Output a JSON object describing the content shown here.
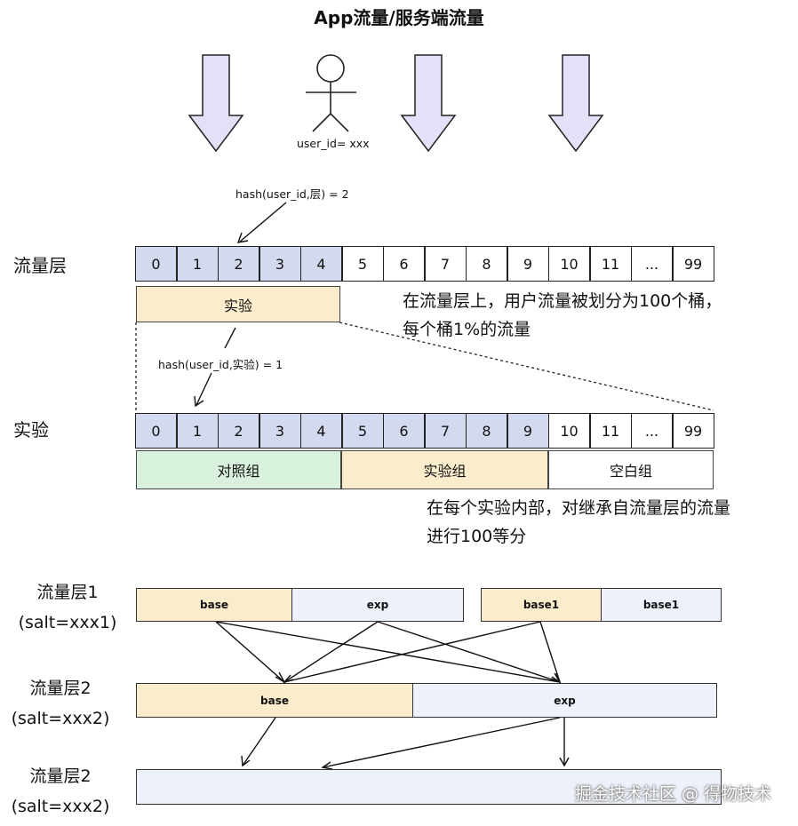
{
  "title": "App流量/服务端流量",
  "user_label": "user_id= xxx",
  "hash_layer_label": "hash(user_id,层) = 2",
  "hash_exp_label": "hash(user_id,实验) = 1",
  "traffic_layer": {
    "label": "流量层",
    "cells": [
      "0",
      "1",
      "2",
      "3",
      "4",
      "5",
      "6",
      "7",
      "8",
      "9",
      "10",
      "11",
      "...",
      "99"
    ],
    "experiment_label": "实验",
    "note": [
      "在流量层上，用户流量被划分为100个桶，",
      "每个桶1%的流量"
    ]
  },
  "experiment": {
    "label": "实验",
    "cells": [
      "0",
      "1",
      "2",
      "3",
      "4",
      "5",
      "6",
      "7",
      "8",
      "9",
      "10",
      "11",
      "...",
      "99"
    ],
    "groups": [
      "对照组",
      "实验组",
      "空白组"
    ],
    "note": [
      "在每个实验内部，对继承自流量层的流量",
      "进行100等分"
    ]
  },
  "layers": [
    {
      "name": "流量层1",
      "salt": "(salt=xxx1)",
      "segments": [
        "base",
        "exp",
        "base1",
        "base1"
      ]
    },
    {
      "name": "流量层2",
      "salt": "(salt=xxx2)",
      "segments": [
        "base",
        "exp"
      ]
    },
    {
      "name": "流量层2",
      "salt": "(salt=xxx2)",
      "segments": []
    }
  ],
  "watermark": "掘金技术社区 @ 得物技术",
  "colors": {
    "arrow_fill": "#e4e0f7",
    "bucket_highlight": "#d3daf0",
    "yellow": "#fbedcc",
    "blue": "#edf1fa",
    "green": "#d9f2dd"
  }
}
